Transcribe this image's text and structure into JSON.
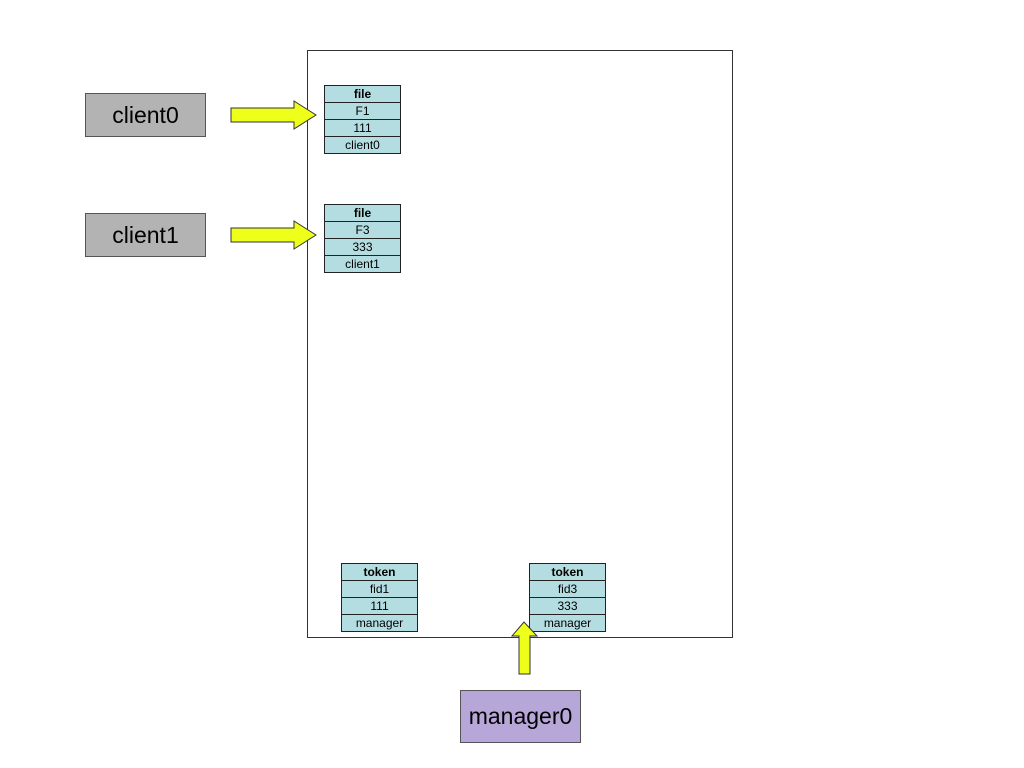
{
  "clients": [
    {
      "label": "client0"
    },
    {
      "label": "client1"
    }
  ],
  "manager": {
    "label": "manager0"
  },
  "tuples": [
    {
      "fields": [
        "file",
        "F1",
        "111",
        "client0"
      ]
    },
    {
      "fields": [
        "file",
        "F3",
        "333",
        "client1"
      ]
    },
    {
      "fields": [
        "token",
        "fid1",
        "111",
        "manager"
      ]
    },
    {
      "fields": [
        "token",
        "fid3",
        "333",
        "manager"
      ]
    }
  ],
  "colors": {
    "client_fill": "#b3b3b3",
    "manager_fill": "#b7a6d8",
    "tuple_fill": "#b3dde0",
    "arrow_fill": "#eeff1a",
    "arrow_stroke": "#333333"
  }
}
